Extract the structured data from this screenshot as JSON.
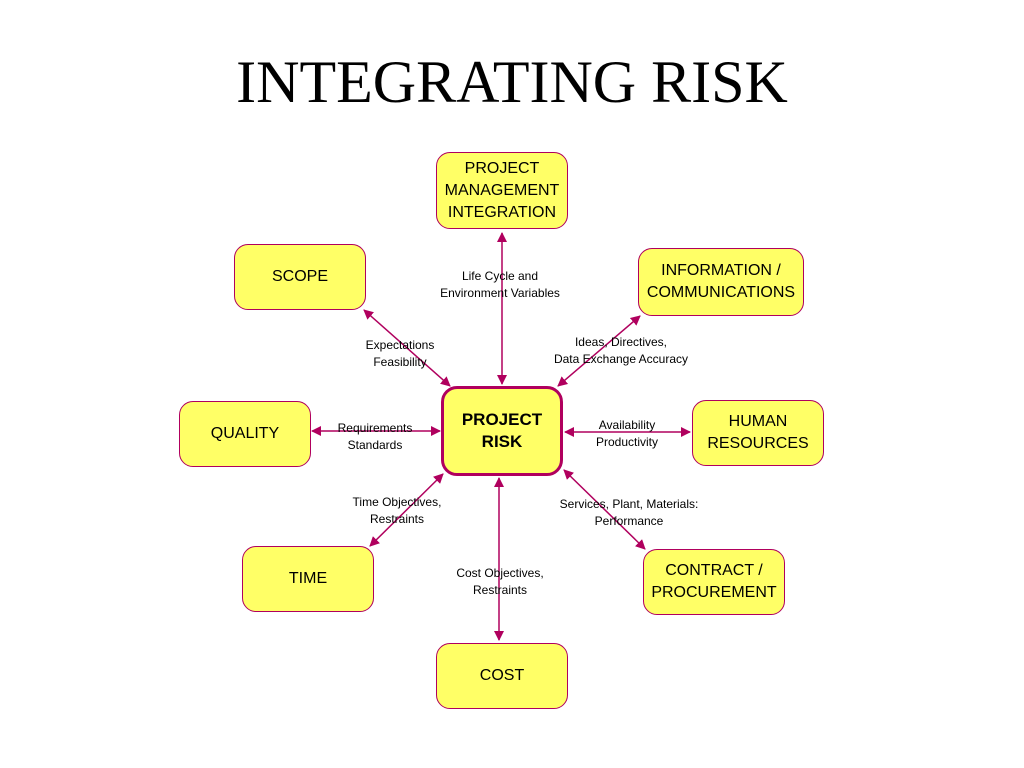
{
  "title": "INTEGRATING RISK",
  "center": "PROJECT\nRISK",
  "nodes": {
    "pmi": "PROJECT\nMANAGEMENT\nINTEGRATION",
    "scope": "SCOPE",
    "info": "INFORMATION /\nCOMMUNICATIONS",
    "quality": "QUALITY",
    "human": "HUMAN\nRESOURCES",
    "time": "TIME",
    "contract": "CONTRACT /\nPROCUREMENT",
    "cost": "COST"
  },
  "links": {
    "pmi": "Life Cycle and\nEnvironment Variables",
    "scope": "Expectations\nFeasibility",
    "info": "Ideas, Directives,\nData Exchange Accuracy",
    "quality": "Requirements\nStandards",
    "human": "Availability\nProductivity",
    "time": "Time Objectives,\nRestraints",
    "contract": "Services, Plant, Materials:\nPerformance",
    "cost": "Cost Objectives,\nRestraints"
  },
  "colors": {
    "node_fill": "#ffff66",
    "border": "#b0005e",
    "arrow": "#b0005e"
  }
}
